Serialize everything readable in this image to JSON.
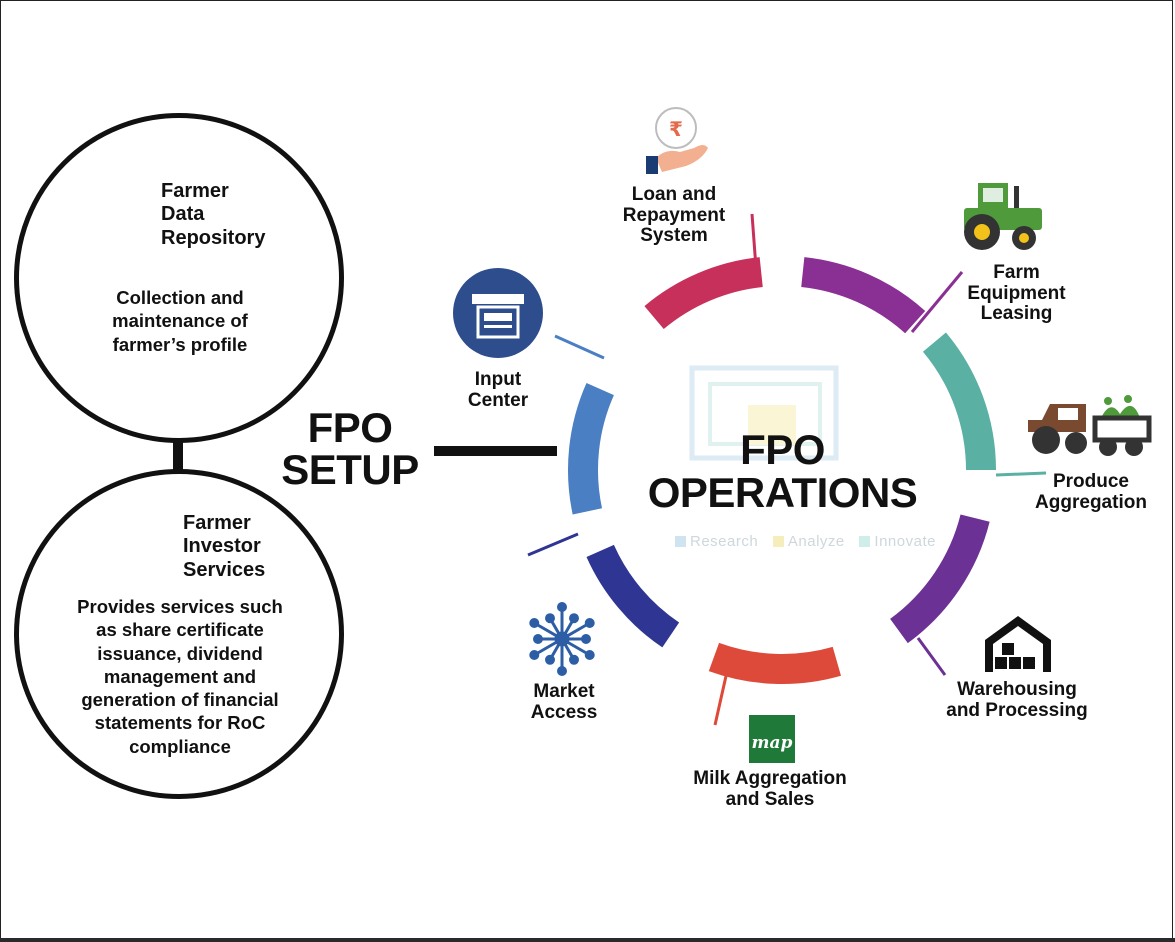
{
  "left": {
    "setup_title": "FPO\nSETUP",
    "top_circle": {
      "title": "Farmer\nData\nRepository",
      "description": "Collection and\nmaintenance of\nfarmer’s profile",
      "icon": "farmers-group-icon"
    },
    "bottom_circle": {
      "title": "Farmer\nInvestor\nServices",
      "description": "Provides services such\nas share certificate\nissuance, dividend\nmanagement and\ngeneration of financial\nstatements for RoC\ncompliance",
      "icon": "rupee-plant-hands-icon"
    }
  },
  "center": {
    "title": "FPO\nOPERATIONS",
    "watermark": {
      "research": "Research",
      "analyze": "Analyze",
      "innovate": "Innovate"
    }
  },
  "operations": [
    {
      "label": "Loan and\nRepayment\nSystem",
      "icon": "rupee-coin-hand-icon",
      "color": "#c8305c"
    },
    {
      "label": "Farm\nEquipment\nLeasing",
      "icon": "tractor-icon",
      "color": "#8a2f93"
    },
    {
      "label": "Produce\nAggregation",
      "icon": "produce-trailer-icon",
      "color": "#5ab0a3"
    },
    {
      "label": "Warehousing\nand Processing",
      "icon": "warehouse-icon",
      "color": "#6c3194"
    },
    {
      "label": "Milk Aggregation\nand Sales",
      "icon": "milk-map-logo-icon",
      "logo_text": "map",
      "color": "#dd4a3a"
    },
    {
      "label": "Market\nAccess",
      "icon": "network-icon",
      "color": "#2e3593"
    },
    {
      "label": "Input\nCenter",
      "icon": "store-icon",
      "color": "#4a7fc3"
    }
  ],
  "colors": {
    "farmer_green": "#5aa868",
    "investor_green": "#2f6e3a",
    "store_blue": "#2e4d8c",
    "tractor_green": "#4f9a3a",
    "tractor_yellow": "#f2c21b",
    "map_green": "#1f7a3a"
  }
}
